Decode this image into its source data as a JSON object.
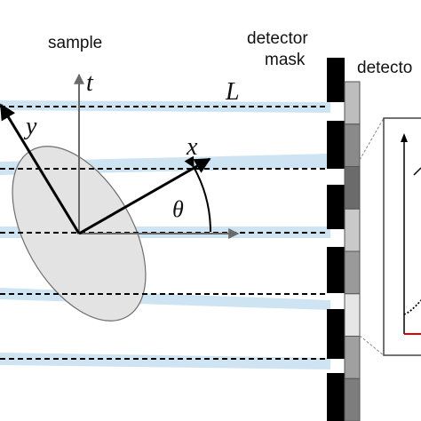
{
  "labels": {
    "sample": "sample",
    "detector_mask_line1": "detector",
    "detector_mask_line2": "mask",
    "detector_cut": "detecto",
    "axis_t": "t",
    "axis_y": "y",
    "axis_x": "x",
    "angle_theta": "θ",
    "distance_L": "L"
  },
  "colors": {
    "beam": "#cfe4f2",
    "ellipse_fill": "#e3e3e3",
    "ellipse_stroke": "#6e6e6e",
    "mask_black": "#000000",
    "axis_gray": "#6a6a6a",
    "axis_black": "#000000",
    "detector_stroke": "#555555",
    "accent_red": "#e00000"
  },
  "detector_pixels": [
    {
      "shade": "#bdbdbd"
    },
    {
      "shade": "#8a8a8a"
    },
    {
      "shade": "#6b6b6b"
    },
    {
      "shade": "#c9c9c9"
    },
    {
      "shade": "#9a9a9a"
    },
    {
      "shade": "#e6e6e6"
    },
    {
      "shade": "#a0a0a0"
    },
    {
      "shade": "#7d7d7d"
    }
  ]
}
